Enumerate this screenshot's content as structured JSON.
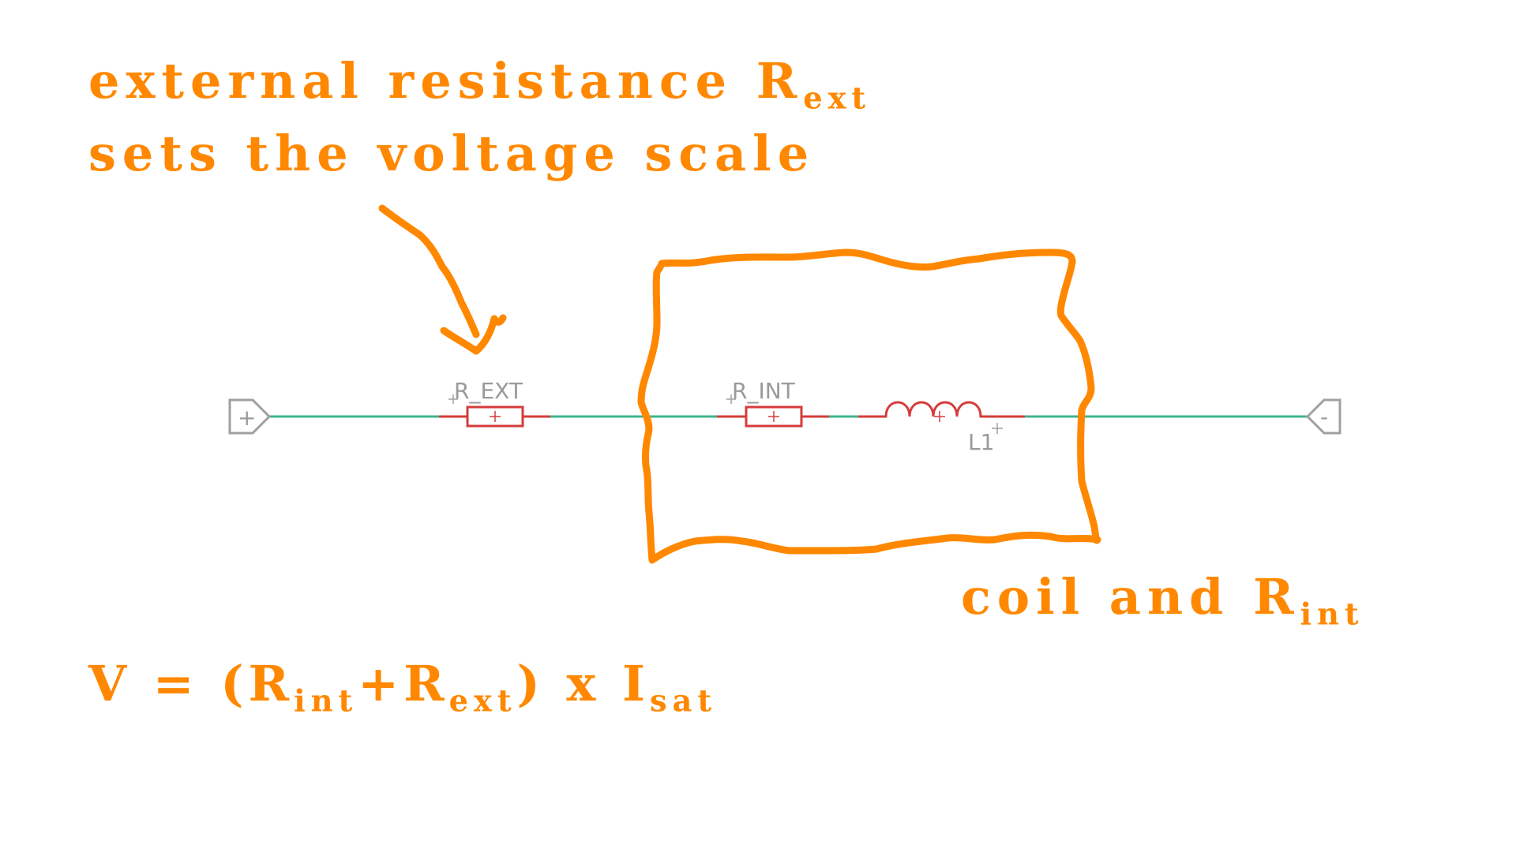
{
  "annotations": {
    "ext_line1_text": "external resistance R",
    "ext_line1_sub": "ext",
    "ext_line2": "sets the voltage scale",
    "coil_text": "coil and R",
    "coil_sub": "int"
  },
  "formula": {
    "lhs": "V = (R",
    "sub_int": "int",
    "plus": "+R",
    "sub_ext": "ext",
    "close": ") x I",
    "sub_sat": "sat"
  },
  "schematic": {
    "port_plus_symbol": "+",
    "port_minus_symbol": "-",
    "r_ext_label": "R_EXT",
    "r_int_label": "R_INT",
    "inductor_label": "L1",
    "wire_color": "#3db58c",
    "component_color": "#d63b3b",
    "port_color": "#a0a0a0"
  },
  "colors": {
    "annotation": "#ff8800"
  }
}
